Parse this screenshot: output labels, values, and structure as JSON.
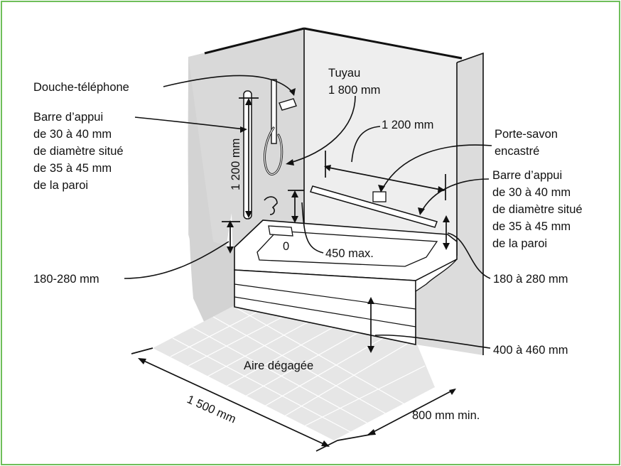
{
  "colors": {
    "border": "#6fbf5a",
    "wall_shade": "#d9d9d9",
    "wall_light": "#eeeeee",
    "floor": "#e6e6e6",
    "tile_line": "#ffffff",
    "ink": "#111111"
  },
  "labels": {
    "douche_telephone": "Douche-téléphone",
    "barre_left_1": "Barre d’appui",
    "barre_left_2": "de 30 à 40 mm",
    "barre_left_3": "de diamètre situé",
    "barre_left_4": "de 35 à 45 mm",
    "barre_left_5": "de la paroi",
    "vertical_1200": "1 200 mm",
    "tuyau_1": "Tuyau",
    "tuyau_2": "1 800 mm",
    "horizontal_1200": "1 200 mm",
    "porte_savon_1": "Porte-savon",
    "porte_savon_2": "encastré",
    "barre_right_1": "Barre d’appui",
    "barre_right_2": "de 30 à 40 mm",
    "barre_right_3": "de diamètre situé",
    "barre_right_4": "de 35 à 45 mm",
    "barre_right_5": "de la paroi",
    "zero": "0",
    "max_450": "450 max.",
    "left_180_280": "180-280 mm",
    "right_180_280": "180 à 280 mm",
    "height_400_460": "400 à 460 mm",
    "aire": "Aire dégagée",
    "width_1500": "1 500 mm",
    "depth_800": "800 mm min."
  }
}
